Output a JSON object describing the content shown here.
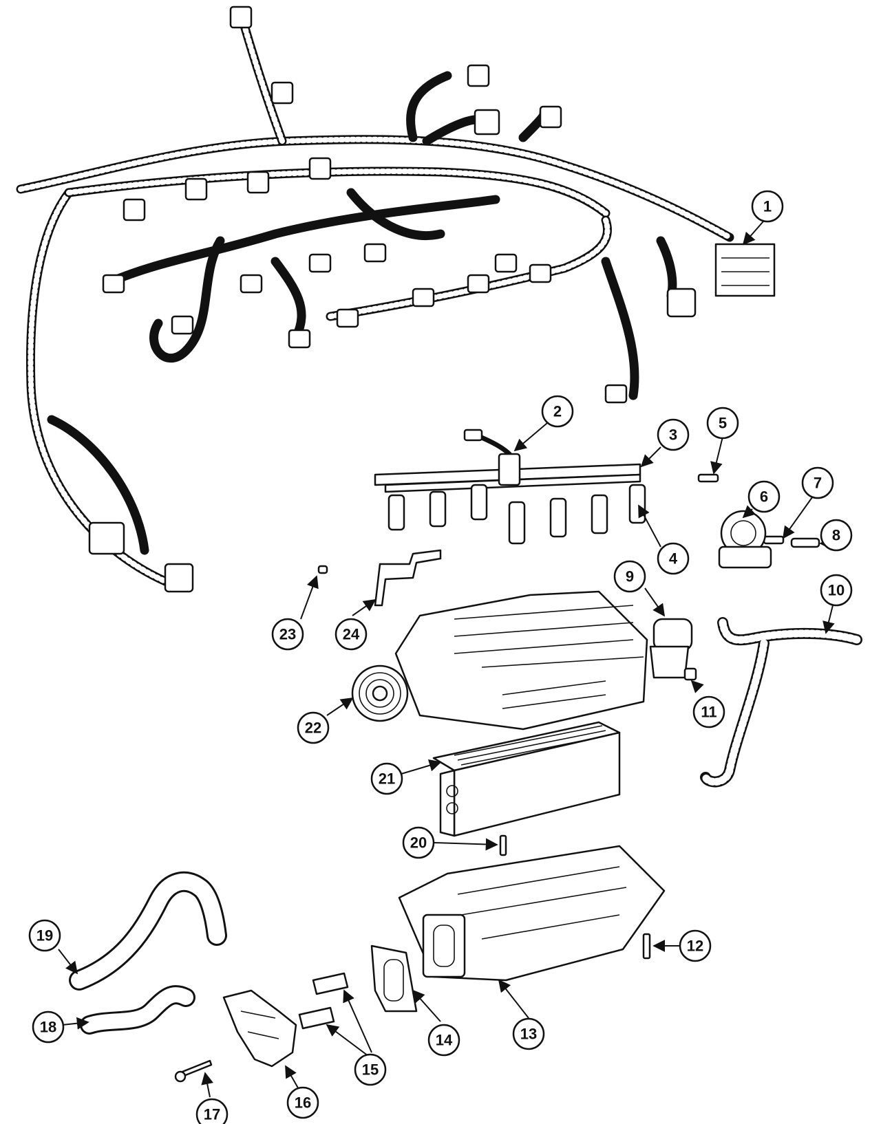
{
  "callouts": [
    {
      "label": "1"
    },
    {
      "label": "2"
    },
    {
      "label": "3"
    },
    {
      "label": "4"
    },
    {
      "label": "5"
    },
    {
      "label": "6"
    },
    {
      "label": "7"
    },
    {
      "label": "8"
    },
    {
      "label": "9"
    },
    {
      "label": "10"
    },
    {
      "label": "11"
    },
    {
      "label": "12"
    },
    {
      "label": "13"
    },
    {
      "label": "14"
    },
    {
      "label": "15"
    },
    {
      "label": "16"
    },
    {
      "label": "17"
    },
    {
      "label": "18"
    },
    {
      "label": "19"
    },
    {
      "label": "20"
    },
    {
      "label": "21"
    },
    {
      "label": "22"
    },
    {
      "label": "23"
    },
    {
      "label": "24"
    }
  ]
}
